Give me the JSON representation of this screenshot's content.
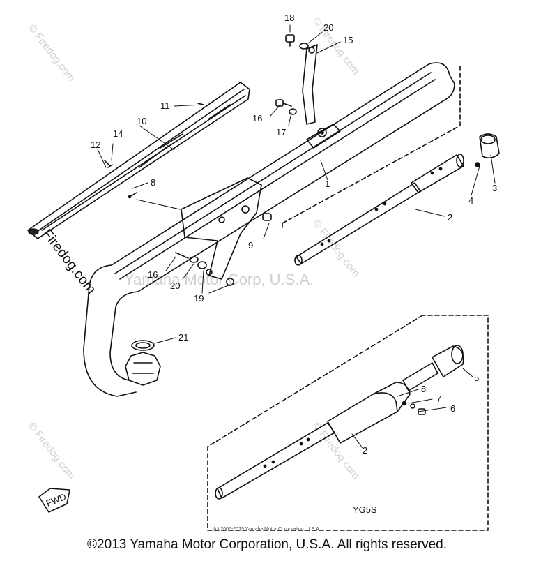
{
  "diagram": {
    "callouts": {
      "c1": "1",
      "c2a": "2",
      "c2b": "2",
      "c3": "3",
      "c4": "4",
      "c5": "5",
      "c6": "6",
      "c7": "7",
      "c8a": "8",
      "c8b": "8",
      "c9": "9",
      "c10": "10",
      "c11": "11",
      "c12": "12",
      "c14": "14",
      "c15": "15",
      "c16a": "16",
      "c16b": "16",
      "c17": "17",
      "c18": "18",
      "c19": "19",
      "c20a": "20",
      "c20b": "20",
      "c21": "21"
    },
    "fwd_label": "FWD",
    "variant_label": "YG5S"
  },
  "watermarks": {
    "firedog": "© Firedog.com",
    "firedog_plain": "Firedog.com",
    "yamaha": "Yamaha Motor Corp, U.S.A."
  },
  "footer": {
    "small_copyright": "(c) 2005-2015 Yamaha Motor Corporation, U.S.A.",
    "copyright": "©2013 Yamaha Motor Corporation, U.S.A. All rights reserved."
  }
}
